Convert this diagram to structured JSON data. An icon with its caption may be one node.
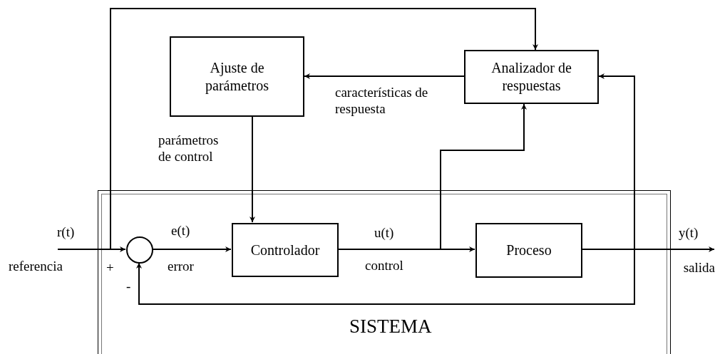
{
  "diagram": {
    "nodes": [
      {
        "text": [
          "Ajuste de parámetros"
        ]
      },
      {
        "text": [
          "Analizador de respuestas"
        ]
      },
      {
        "text": [
          "SISTEMA"
        ]
      },
      {
        "text": [],
        "shape": "circle",
        "in": 2
      },
      {
        "text": [
          "Controlador"
        ],
        "in": 2
      },
      {
        "text": [
          "Proceso"
        ],
        "in": 2
      }
    ],
    "edges": [
      {
        "from": null,
        "to": 3,
        "arrow": "to"
      },
      {
        "from": 3,
        "to": 4,
        "arrow": "to"
      },
      {
        "from": 4,
        "to": 5,
        "arrow": "to"
      },
      {
        "from": 5,
        "to": null,
        "arrow": "to"
      },
      {
        "from": null,
        "to": 1,
        "arrow": "to"
      },
      {
        "from": 4,
        "to": 1,
        "arrow": "to"
      },
      {
        "from": 5,
        "to": 1,
        "arrow": "to"
      },
      {
        "from": 5,
        "to": 3,
        "arrow": "to"
      },
      {
        "from": 1,
        "to": 0,
        "arrow": "to",
        "label": "características de respuesta"
      },
      {
        "from": 0,
        "to": 4,
        "arrow": "to",
        "label": "parámetros de control"
      }
    ],
    "labels": [
      "r(t)",
      "e(t)",
      "u(t)",
      "y(t)",
      "referencia",
      "+",
      "error",
      "control",
      "salida",
      "-"
    ]
  }
}
